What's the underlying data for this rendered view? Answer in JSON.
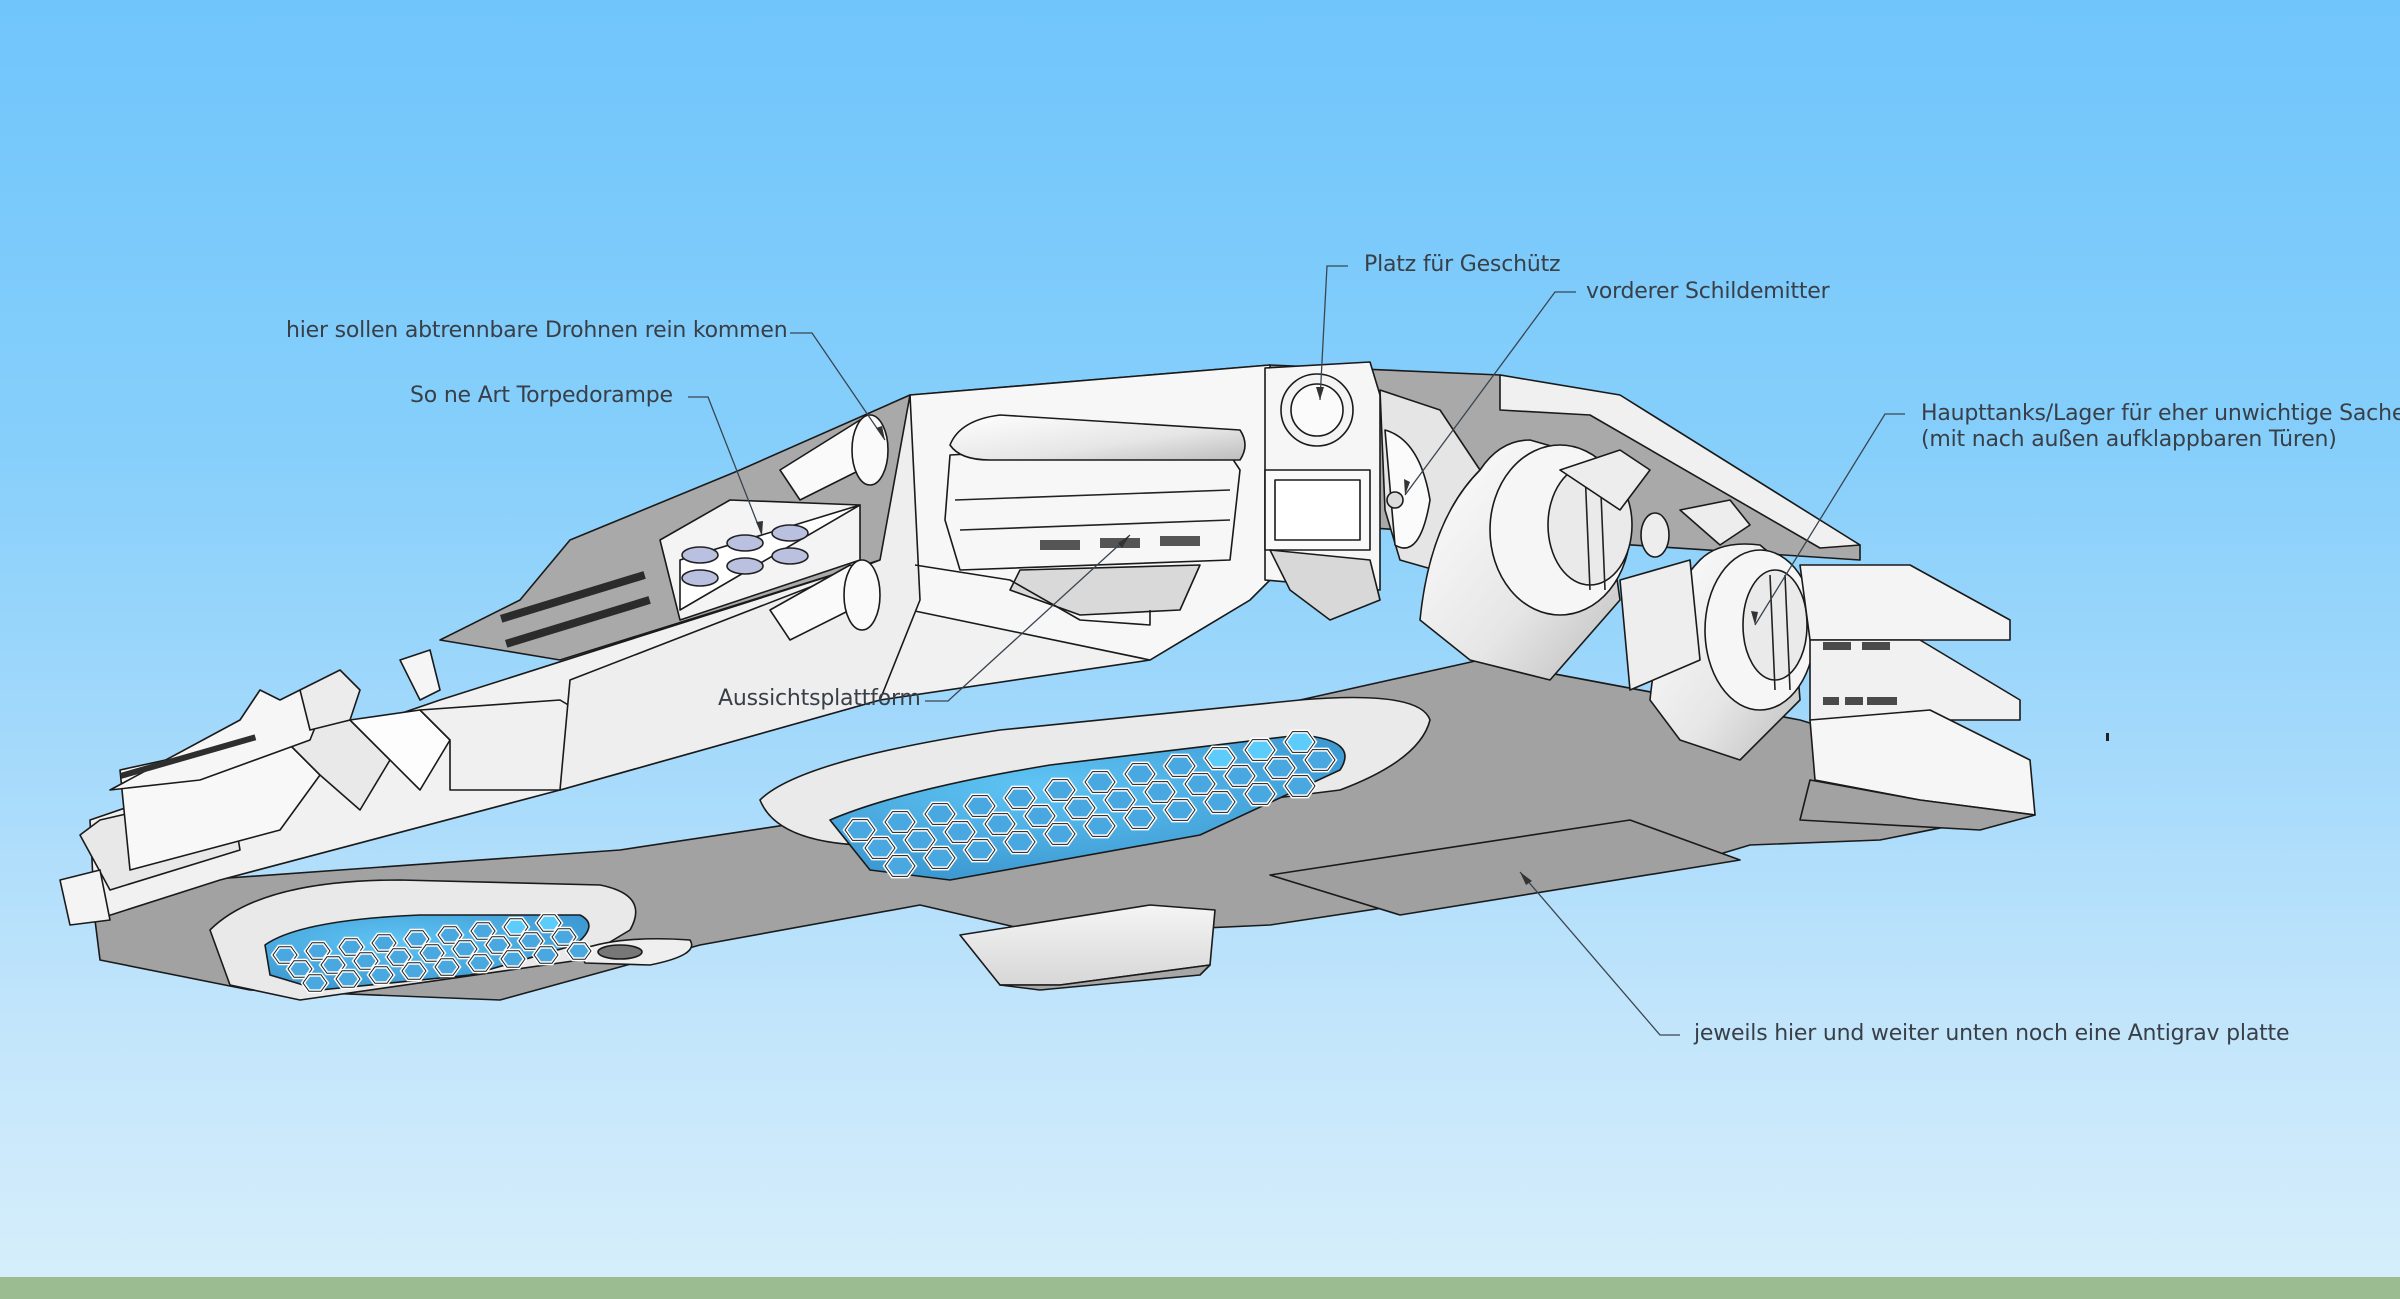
{
  "scene": {
    "type": "annotated-3d-model",
    "subject": "spaceship",
    "colors": {
      "sky_top": "#70c5fb",
      "sky_bottom": "#d6eefb",
      "ground": "#9bbb90",
      "hull_light": "#f4f4f4",
      "hull_mid": "#e2e2e2",
      "hull_shadow": "#a2a2a2",
      "hex_glass": "#4aa8e0",
      "hex_glass_bright": "#5cccfa",
      "edge": "#1a1a1a",
      "label_text": "#383f47",
      "leader_line": "#3a4550"
    }
  },
  "annotations": [
    {
      "id": "drones",
      "text": "hier sollen abtrennbare Drohnen rein kommen",
      "target": "side hatches (drone bays)"
    },
    {
      "id": "torpedo",
      "text": "So ne Art Torpedorampe",
      "target": "torpedo ramp with six tubes"
    },
    {
      "id": "platform",
      "text": "Aussichtsplattform",
      "target": "observation platform"
    },
    {
      "id": "gun",
      "text": "Platz für Geschütz",
      "target": "gun turret mount"
    },
    {
      "id": "shield",
      "text": "vorderer Schildemitter",
      "target": "front shield emitter"
    },
    {
      "id": "tanks",
      "text": "Haupttanks/Lager für eher unwichtige Sachen\n(mit nach außen aufklappbaren Türen)",
      "target": "main tanks / storage cylinders"
    },
    {
      "id": "antigrav",
      "text": "jeweils hier und weiter unten noch eine Antigrav platte",
      "target": "antigrav plates on underside"
    }
  ]
}
